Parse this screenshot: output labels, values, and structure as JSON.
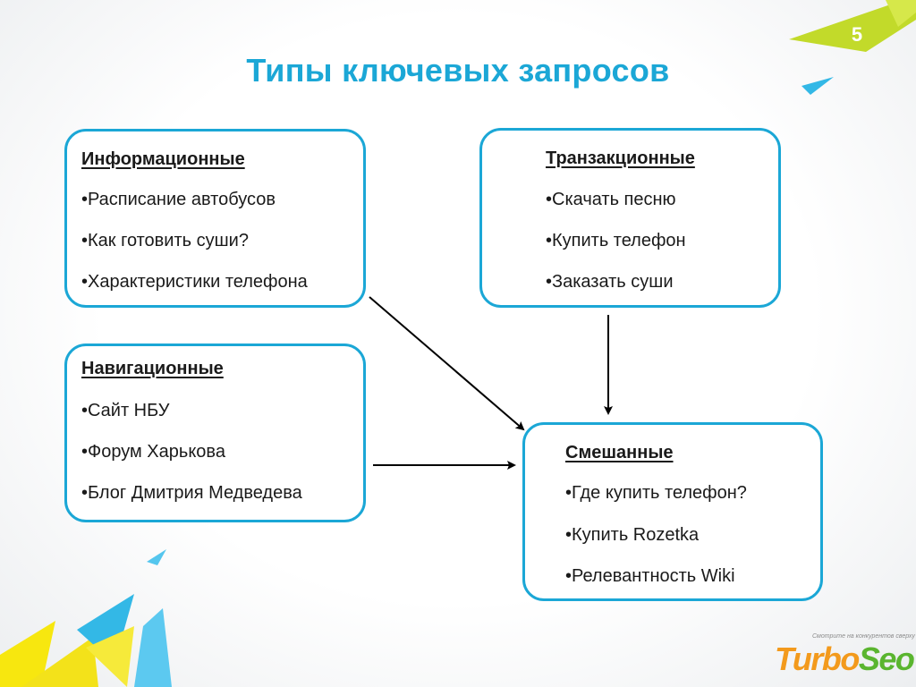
{
  "slide_number": "5",
  "title": "Типы ключевых запросов",
  "boxes": {
    "informational": {
      "title": "Информационные",
      "items": [
        "•Расписание автобусов",
        "•Как готовить суши?",
        "•Характеристики телефона"
      ]
    },
    "transactional": {
      "title": "Транзакционные",
      "items": [
        "•Скачать песню",
        "•Купить телефон",
        "•Заказать суши"
      ]
    },
    "navigational": {
      "title": "Навигационные",
      "items": [
        "•Сайт НБУ",
        "•Форум Харькова",
        "•Блог Дмитрия Медведева"
      ]
    },
    "mixed": {
      "title": "Смешанные",
      "items": [
        "•Где купить телефон?",
        "•Купить Rozetka",
        "•Релевантность Wiki"
      ]
    }
  },
  "logo": {
    "tagline": "Смотрите на конкурентов сверху",
    "word_part1": "Turbo",
    "word_part2": "Seo"
  },
  "colors": {
    "accent_blue": "#1ba7d6",
    "lime": "#c2da2a",
    "yellow": "#f7e70f",
    "logo_orange": "#f39a1c",
    "logo_green": "#5ab52f"
  }
}
